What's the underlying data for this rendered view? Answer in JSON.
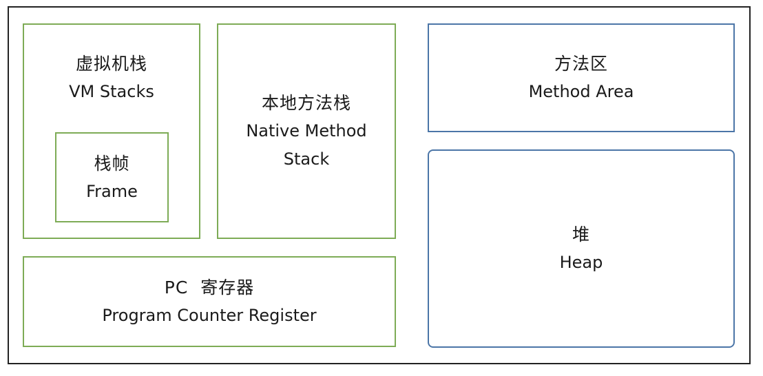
{
  "diagram": {
    "vm_stacks": {
      "zh": "虚拟机栈",
      "en": "VM Stacks"
    },
    "frame": {
      "zh": "栈帧",
      "en": "Frame"
    },
    "native_method_stack": {
      "zh": "本地方法栈",
      "en_line1": "Native Method",
      "en_line2": "Stack"
    },
    "pc_register": {
      "zh": "PC  寄存器",
      "en": "Program Counter Register"
    },
    "method_area": {
      "zh": "方法区",
      "en": "Method Area"
    },
    "heap": {
      "zh": "堆",
      "en": "Heap"
    }
  },
  "colors": {
    "thread_private_border": "#7dab55",
    "shared_border": "#4b75a7",
    "outer_border": "#222222"
  }
}
